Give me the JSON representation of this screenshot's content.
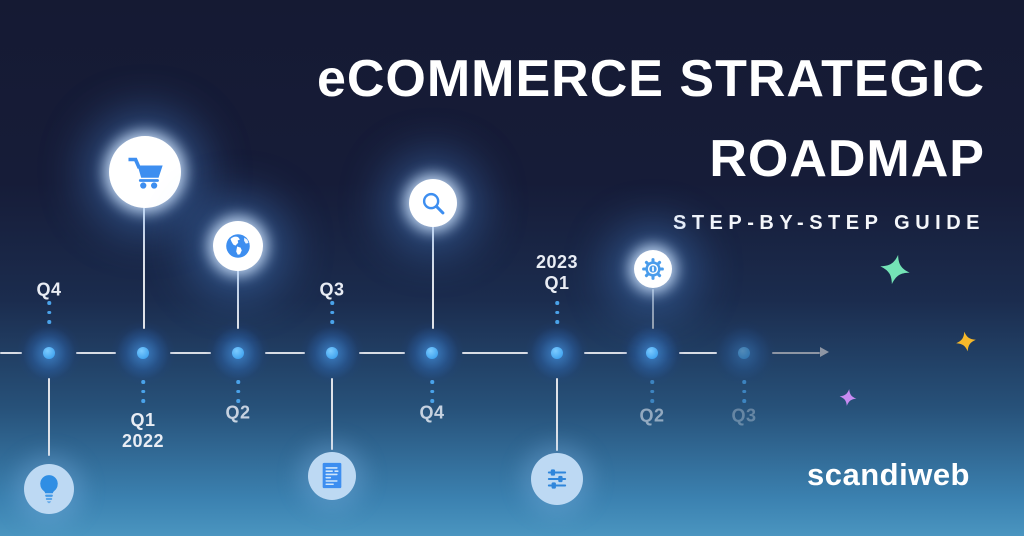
{
  "title": {
    "line1": "eCOMMERCE STRATEGIC",
    "line2": "ROADMAP",
    "subtitle": "STEP-BY-STEP GUIDE"
  },
  "brand": {
    "name": "scandiweb"
  },
  "colors": {
    "background_top": "#151a33",
    "background_bottom": "#4a95c0",
    "accent_blue": "#3d8ef0",
    "node_dot": "#2f97ea",
    "line_light": "#d9dde5",
    "line_dim": "#8e96a4",
    "bubble_white": "#ffffff",
    "bubble_pale": "#bdd9f3"
  },
  "timeline": {
    "direction": "left-to-right",
    "end_arrow": true,
    "milestones": [
      {
        "lines": [
          "Q4"
        ],
        "label_position": "above",
        "icon": "lightbulb-icon",
        "icon_position": "below",
        "emphasis": "bright"
      },
      {
        "lines": [
          "Q1",
          "2022"
        ],
        "label_position": "below",
        "icon": "shopping-cart-icon",
        "icon_position": "above",
        "emphasis": "bright"
      },
      {
        "lines": [
          "Q2"
        ],
        "label_position": "below",
        "icon": "globe-icon",
        "icon_position": "above",
        "emphasis": "medium"
      },
      {
        "lines": [
          "Q3"
        ],
        "label_position": "above",
        "icon": "document-icon",
        "icon_position": "below",
        "emphasis": "bright"
      },
      {
        "lines": [
          "Q4"
        ],
        "label_position": "below",
        "icon": "magnifier-icon",
        "icon_position": "above",
        "emphasis": "medium"
      },
      {
        "lines": [
          "2023",
          "Q1"
        ],
        "label_position": "above",
        "icon": "sliders-icon",
        "icon_position": "below",
        "emphasis": "bright"
      },
      {
        "lines": [
          "Q2"
        ],
        "label_position": "below",
        "icon": "gear-icon",
        "icon_position": "above",
        "emphasis": "dim"
      },
      {
        "lines": [
          "Q3"
        ],
        "label_position": "below",
        "icon": null,
        "icon_position": null,
        "emphasis": "faint"
      }
    ]
  },
  "decor": {
    "stars": [
      {
        "name": "teal-star",
        "color": "#74e3b6"
      },
      {
        "name": "yellow-star",
        "color": "#f6b82a"
      },
      {
        "name": "purple-star",
        "color": "#c78bf2"
      }
    ]
  }
}
